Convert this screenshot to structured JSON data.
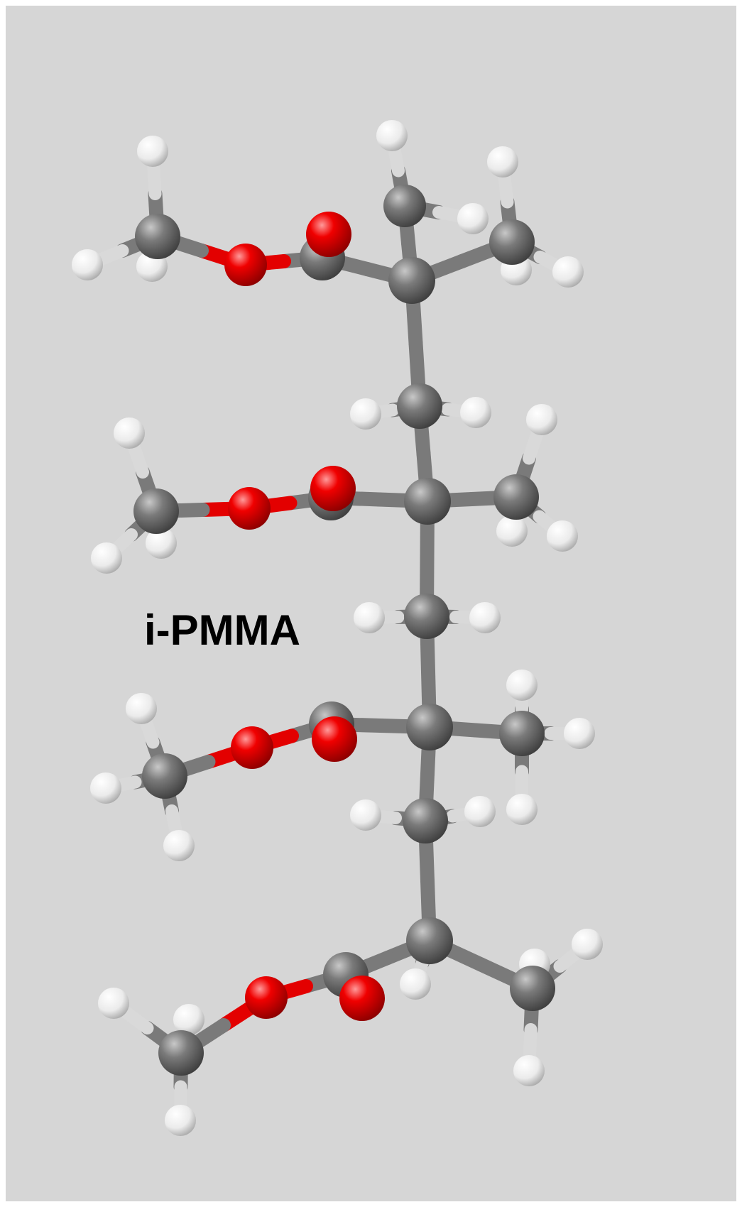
{
  "label": "i-PMMA",
  "molecule": {
    "name": "i-PMMA",
    "representation": "ball-and-stick",
    "repeat_units": 4,
    "element_colors": {
      "C": "#6f6f6f",
      "O": "#e30000",
      "H": "#f2f2f2"
    },
    "background_color": "#d6d6d6",
    "bond_color": "#7a7a7a"
  }
}
